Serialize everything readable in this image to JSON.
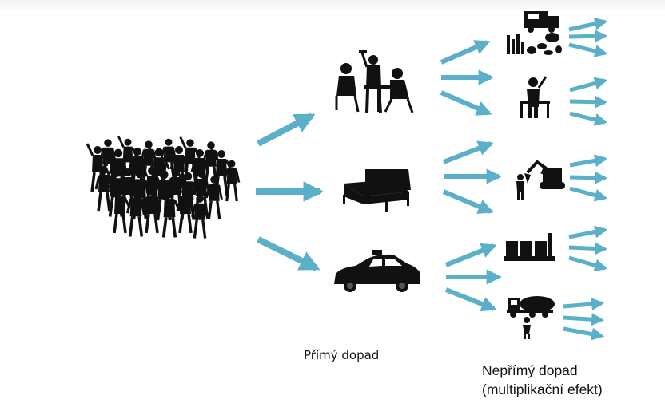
{
  "labels": {
    "direct_impact": "Přímý dopad",
    "indirect_impact_line1": "Nepřímý dopad",
    "indirect_impact_line2": "(multiplikační efekt)"
  },
  "colors": {
    "arrow": "#5aafc9",
    "silhouette": "#111111",
    "background": "#ffffff"
  },
  "icons": {
    "source": "crowd-icon",
    "direct": [
      "restaurant-icon",
      "bed-icon",
      "taxi-icon"
    ],
    "indirect": [
      "food-supply-icon",
      "cook-icon",
      "construction-icon",
      "industry-icon",
      "tanker-truck-icon"
    ]
  }
}
